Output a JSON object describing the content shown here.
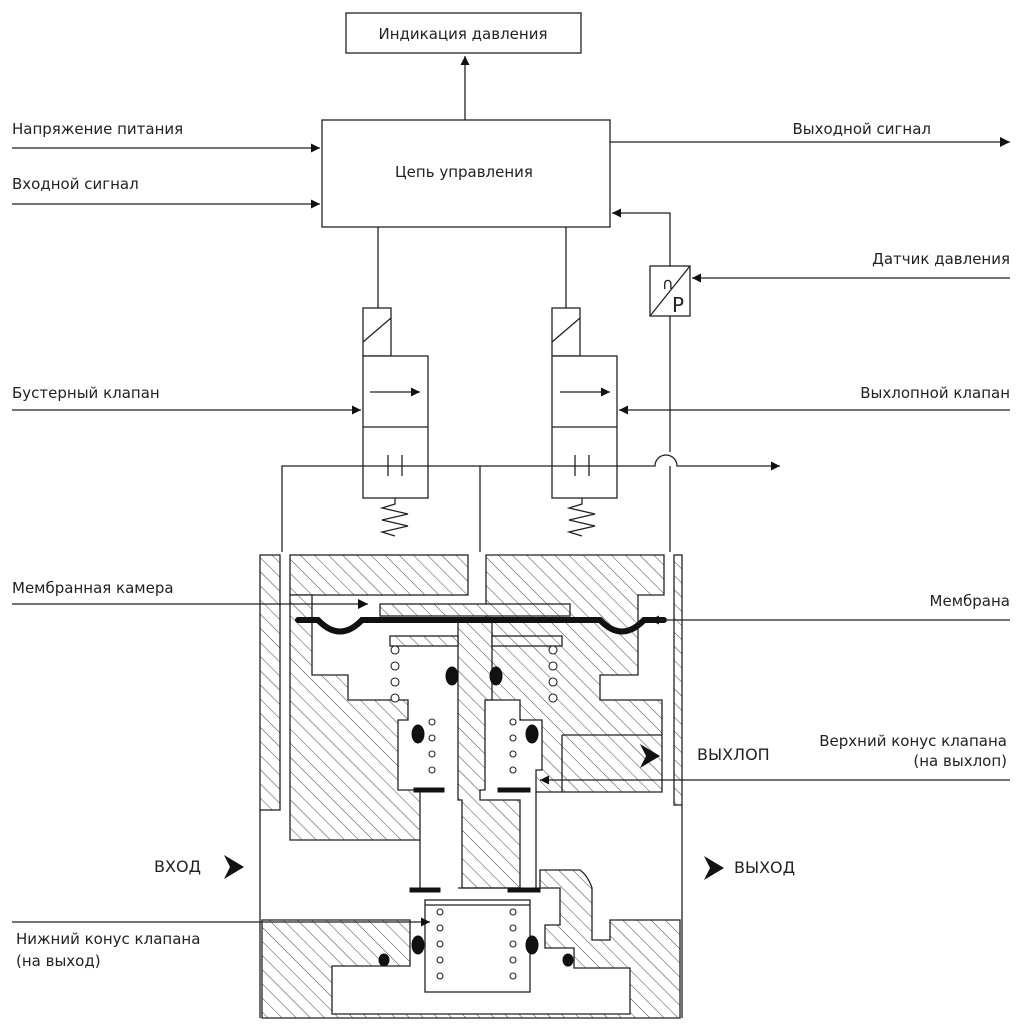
{
  "diagram": {
    "blocks": {
      "pressure_indication": "Индикация давления",
      "control_circuit": "Цепь управления"
    },
    "labels": {
      "supply_voltage": "Напряжение питания",
      "input_signal": "Входной сигнал",
      "output_signal": "Выходной сигнал",
      "pressure_sensor": "Датчик давления",
      "booster_valve": "Бустерный клапан",
      "exhaust_valve": "Выхлопной клапан",
      "membrane_chamber": "Мембранная камера",
      "membrane": "Мембрана",
      "upper_cone_line1": "Верхний конус клапана",
      "upper_cone_line2": "(на выхлоп)",
      "lower_cone_line1": "Нижний конус клапана",
      "lower_cone_line2": "(на выход)",
      "exhaust_port": "ВЫХЛОП",
      "inlet_port": "ВХОД",
      "outlet_port": "ВЫХОД"
    },
    "sensor_symbol": {
      "top": "∩",
      "bottom": "P"
    }
  }
}
